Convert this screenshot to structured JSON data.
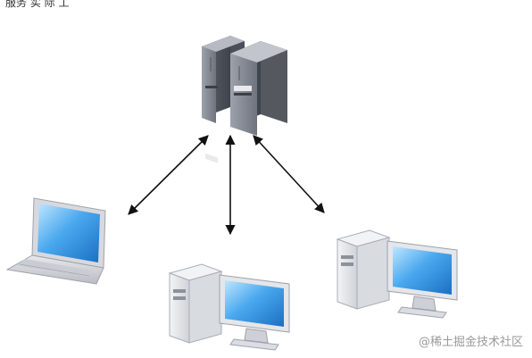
{
  "diagram": {
    "caption": "服务 实 际 工",
    "watermark": "@稀土掘金技术社区",
    "nodes": [
      {
        "id": "server",
        "icon": "server-rack-icon"
      },
      {
        "id": "laptop",
        "icon": "laptop-icon"
      },
      {
        "id": "desktop-center",
        "icon": "desktop-computer-icon"
      },
      {
        "id": "desktop-right",
        "icon": "desktop-computer-icon"
      }
    ],
    "edges": [
      {
        "from": "server",
        "to": "laptop",
        "style": "double-arrow"
      },
      {
        "from": "server",
        "to": "desktop-center",
        "style": "double-arrow"
      },
      {
        "from": "server",
        "to": "desktop-right",
        "style": "double-arrow"
      }
    ],
    "colors": {
      "arrow": "#111111",
      "server_body": "#8a8e99",
      "server_dark": "#5c606b",
      "monitor_screen": "#3d9ce6",
      "case_body": "#e6e8ec"
    }
  }
}
